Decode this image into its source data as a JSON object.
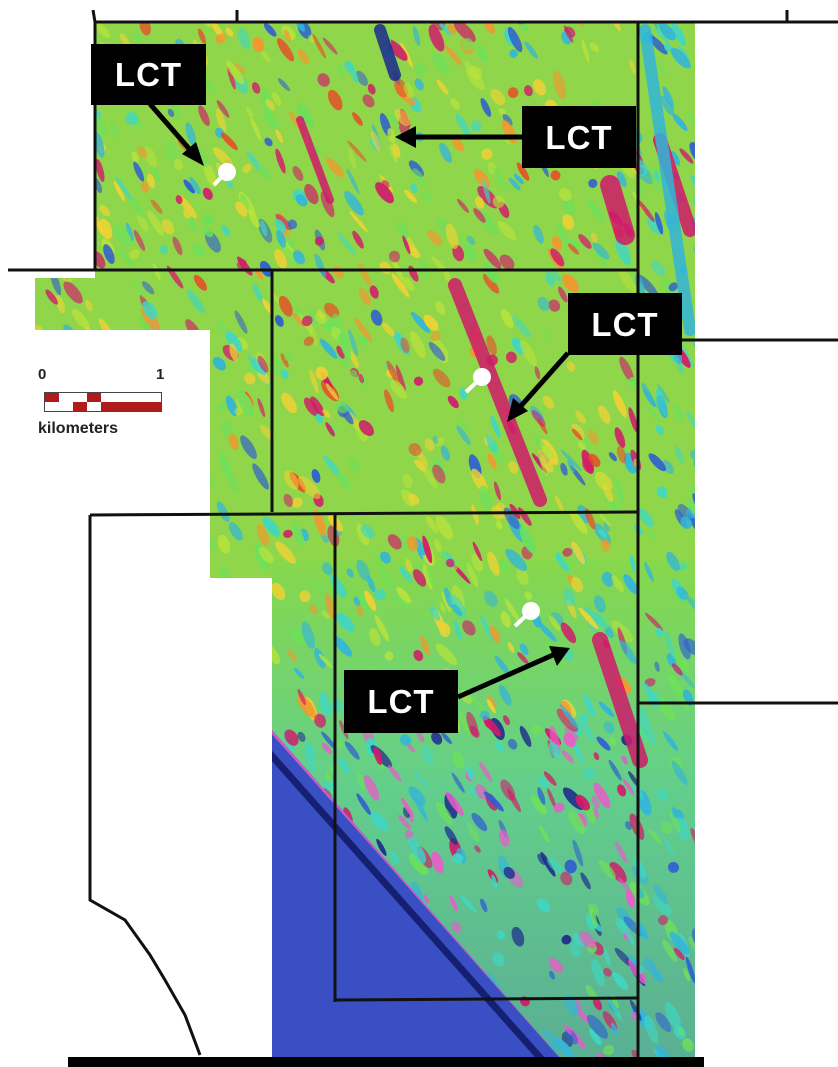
{
  "map": {
    "labels": [
      "LCT",
      "LCT",
      "LCT",
      "LCT"
    ],
    "scale": {
      "start": "0",
      "end": "1",
      "unit": "kilometers"
    },
    "colors": {
      "background": "#ffffff",
      "label_bg": "#000000",
      "label_text": "#ffffff",
      "boundary": "#111111",
      "scale_red": "#b01c1c",
      "palette": [
        "#1e2a8c",
        "#2f5fd0",
        "#33b5d9",
        "#3fd7c4",
        "#6ee05a",
        "#b8e23c",
        "#f0d234",
        "#f5962e",
        "#e84b27",
        "#d11a6a",
        "#e85cc8"
      ]
    }
  }
}
